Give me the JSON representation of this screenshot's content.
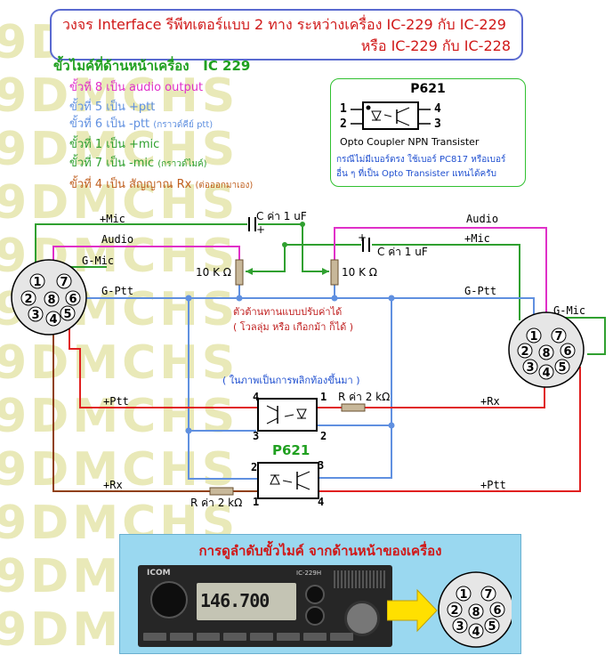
{
  "title": {
    "line1": "วงจร Interface รีพีทเตอร์แบบ 2 ทาง ระหว่างเครื่อง IC-229 กับ IC-229",
    "line2": "หรือ IC-229 กับ IC-228"
  },
  "pinout": {
    "heading": "ขั้วไมค์ที่ด้านหน้าเครื่อง",
    "model": "IC 229",
    "items": [
      {
        "text": "ขั้วที่ 8 เป็น audio output",
        "note": "",
        "color": "#e030c8"
      },
      {
        "text": "ขั้วที่ 5 เป็น +ptt",
        "note": "",
        "color": "#6090e0"
      },
      {
        "text": "ขั้วที่ 6 เป็น -ptt",
        "note": "(กราวด์คีย์ ptt)",
        "color": "#6090e0"
      },
      {
        "text": "ขั้วที่ 1 เป็น +mic",
        "note": "",
        "color": "#30a030"
      },
      {
        "text": "ขั้วที่ 7 เป็น -mic",
        "note": "(กราวด์ไมค์)",
        "color": "#30a030"
      },
      {
        "text": "ขั้วที่ 4 เป็น สัญญาณ Rx",
        "note": "(ต่อออกมาเอง)",
        "color": "#c06020"
      }
    ]
  },
  "opto_box": {
    "part": "P621",
    "pin1": "1",
    "pin2": "2",
    "pin3": "3",
    "pin4": "4",
    "caption": "Opto Coupler NPN Transister",
    "note1": "กรณีไม่มีเบอร์ตรง ใช้เบอร์ PC817 หรือเบอร์",
    "note2": "อื่น ๆ ที่เป็น Opto Transister แทนได้ครับ"
  },
  "labels": {
    "mic_left": "+Mic",
    "audio_left": "Audio",
    "gmic_left": "G-Mic",
    "gptt_left": "G-Ptt",
    "ptt_left": "+Ptt",
    "rx_left": "+Rx",
    "audio_right": "Audio",
    "mic_right": "+Mic",
    "gptt_right": "G-Ptt",
    "gmic_right": "G-Mic",
    "rx_right": "+Rx",
    "ptt_right": "+Ptt",
    "cap1": "C ค่า 1 uF",
    "cap2": "C ค่า 1 uF",
    "cap_plus": "+",
    "vr1": "10 K Ω",
    "vr2": "10 K Ω",
    "vr_note1": "ตัวต้านทานแบบปรับค่าได้",
    "vr_note2": "( โวลลุ่ม หรือ เกือกม้า ก็ได้ )",
    "flip_note": "( ในภาพเป็นการพลิกท้องขึ้นมา )",
    "res1": "R ค่า 2 kΩ",
    "res2": "R ค่า 2 kΩ",
    "opto_part": "P621",
    "u1": {
      "p4": "4",
      "p1": "1",
      "p3": "3",
      "p2": "2"
    },
    "u2": {
      "p2": "2",
      "p3": "3",
      "p4": "4",
      "p1": "1"
    }
  },
  "connector_pins": [
    "1",
    "2",
    "3",
    "4",
    "5",
    "6",
    "7",
    "8"
  ],
  "bottom": {
    "heading": "การดูลำดับขั้วไมค์ จากด้านหน้าของเครื่อง",
    "brand": "ICOM",
    "model": "IC-229H",
    "freq": "146.700"
  },
  "watermark": "9DMCHS"
}
